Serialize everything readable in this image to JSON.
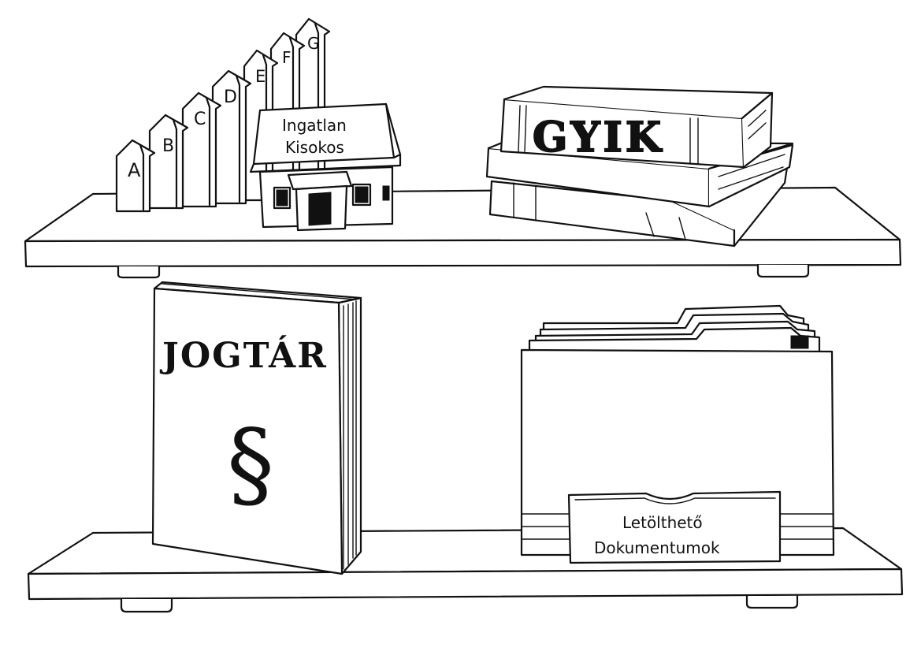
{
  "energy_ladder": {
    "letters": [
      "A",
      "B",
      "C",
      "D",
      "E",
      "F",
      "G"
    ]
  },
  "items": {
    "guide": {
      "line1": "Ingatlan",
      "line2": "Kisokos"
    },
    "faq": {
      "label": "GYIK"
    },
    "law": {
      "label": "JOGTÁR",
      "symbol": "§"
    },
    "downloads": {
      "line1": "Letölthető",
      "line2": "Dokumentumok"
    }
  },
  "colors": {
    "ink": "#111111",
    "paper": "#ffffff"
  }
}
